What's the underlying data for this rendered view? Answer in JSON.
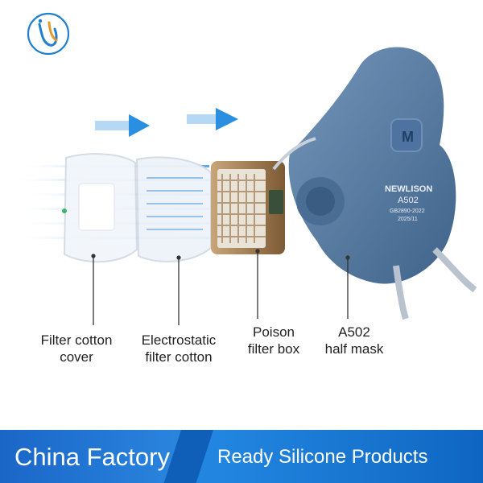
{
  "callouts": [
    {
      "line1": "Filter cotton",
      "line2": "cover"
    },
    {
      "line1": "Electrostatic",
      "line2": "filter cotton"
    },
    {
      "line1": "Poison",
      "line2": "filter box"
    },
    {
      "line1": "A502",
      "line2": "half mask"
    }
  ],
  "mask_print": {
    "brand": "NEWLISON",
    "model": "A502",
    "standard": "GB2890-2022",
    "date": "2025/11",
    "badge": "M"
  },
  "banner": {
    "title": "China Factory",
    "subtitle": "Ready Silicone Products"
  },
  "colors": {
    "accent_blue": "#1c7ed6",
    "arrow_blue": "#2a8fe0",
    "mask_blue": "#5a7fa6",
    "filter_brown": "#8a6a45"
  }
}
